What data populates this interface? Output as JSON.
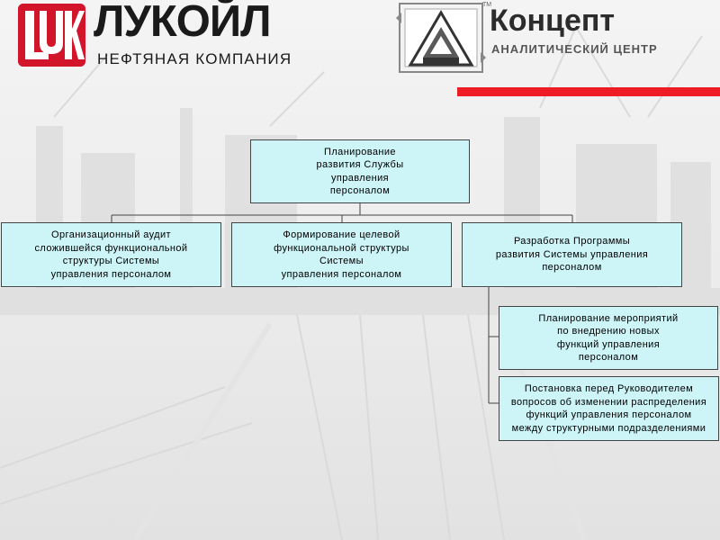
{
  "logos": {
    "lukoil": {
      "name": "ЛУКОЙЛ",
      "subtitle": "НЕФТЯНАЯ КОМПАНИЯ",
      "brand_color": "#d3152b"
    },
    "koncept": {
      "name": "Концепт",
      "subtitle": "АНАЛИТИЧЕСКИЙ ЦЕНТР",
      "trademark": "TM",
      "accent_color": "#ee1c24"
    }
  },
  "diagram": {
    "fill_color": "#cdf4f7",
    "root": {
      "text": "Планирование\nразвития Службы\nуправления\nперсоналом"
    },
    "level1": [
      {
        "text": "Организационный аудит\nсложившейся функциональной\nструктуры Системы\nуправления персоналом"
      },
      {
        "text": "Формирование целевой\nфункциональной структуры\nСистемы\nуправления персоналом"
      },
      {
        "text": "Разработка Программы\nразвития Системы управления\nперсоналом"
      }
    ],
    "level2": [
      {
        "text": "Планирование мероприятий\nпо внедрению новых\nфункций управления\nперсоналом"
      },
      {
        "text": "Постановка перед Руководителем\nвопросов об изменении распределения\nфункций управления персоналом\nмежду структурными подразделениями"
      }
    ]
  }
}
